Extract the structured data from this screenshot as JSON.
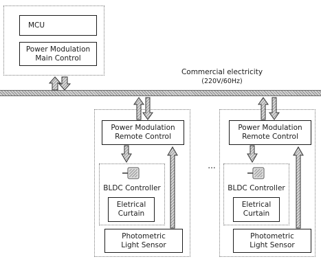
{
  "bus": {
    "label_line1": "Commercial electricity",
    "label_line2": "(220V/60Hz)"
  },
  "main_unit": {
    "mcu_label": "MCU",
    "power_main_line1": "Power Modulation",
    "power_main_line2": "Main Control"
  },
  "remote_units": [
    {
      "power_remote_line1": "Power Modulation",
      "power_remote_line2": "Remote Control",
      "bldc_label": "BLDC Controller",
      "curtain_line1": "Eletrical",
      "curtain_line2": "Curtain",
      "sensor_line1": "Photometric",
      "sensor_line2": "Light Sensor"
    },
    {
      "power_remote_line1": "Power Modulation",
      "power_remote_line2": "Remote Control",
      "bldc_label": "BLDC Controller",
      "curtain_line1": "Eletrical",
      "curtain_line2": "Curtain",
      "sensor_line1": "Photometric",
      "sensor_line2": "Light Sensor"
    }
  ],
  "ellipsis": "...",
  "icons": [
    "up-down-arrow-pair-icon",
    "down-arrow-icon",
    "up-arrow-icon",
    "motor-icon"
  ]
}
